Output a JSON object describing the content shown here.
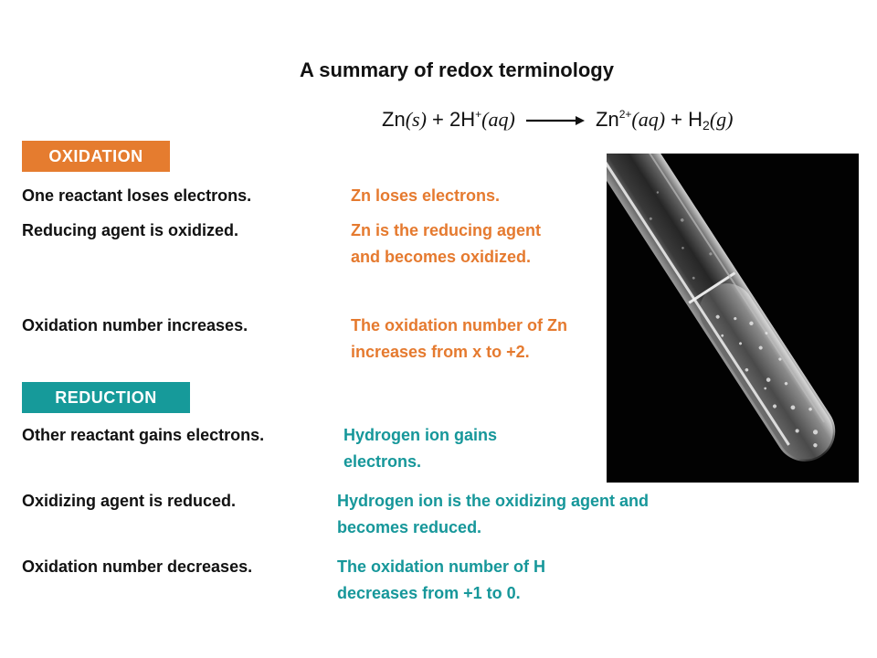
{
  "slide": {
    "title": "A summary of redox terminology",
    "equation": {
      "r1": "Zn",
      "r1_state": "(s)",
      "plus1": " + 2H",
      "r2_charge": "+",
      "r2_state": "(aq)",
      "p1": "Zn",
      "p1_charge": "2+",
      "p1_state": "(aq)",
      "plus2": " + H",
      "p2_sub": "2",
      "p2_state": "(g)"
    },
    "oxidation": {
      "label": "OXIDATION",
      "rows": [
        {
          "term": "One reactant loses electrons.",
          "example": "Zn loses electrons."
        },
        {
          "term": "Reducing agent is oxidized.",
          "example": "Zn is the reducing agent and becomes oxidized."
        },
        {
          "term": "Oxidation number increases.",
          "example": "The oxidation number of Zn increases from x to +2."
        }
      ]
    },
    "reduction": {
      "label": "REDUCTION",
      "rows": [
        {
          "term": "Other reactant gains electrons.",
          "example": "Hydrogen ion gains electrons."
        },
        {
          "term": "Oxidizing agent is reduced.",
          "example": "Hydrogen ion is the oxidizing agent and becomes reduced."
        },
        {
          "term": "Oxidation number decreases.",
          "example": "The oxidation number of H decreases from +1 to 0."
        }
      ]
    },
    "colors": {
      "oxidation_accent": "#e57c2f",
      "reduction_accent": "#169a9a",
      "photo_background": "#020202"
    }
  }
}
